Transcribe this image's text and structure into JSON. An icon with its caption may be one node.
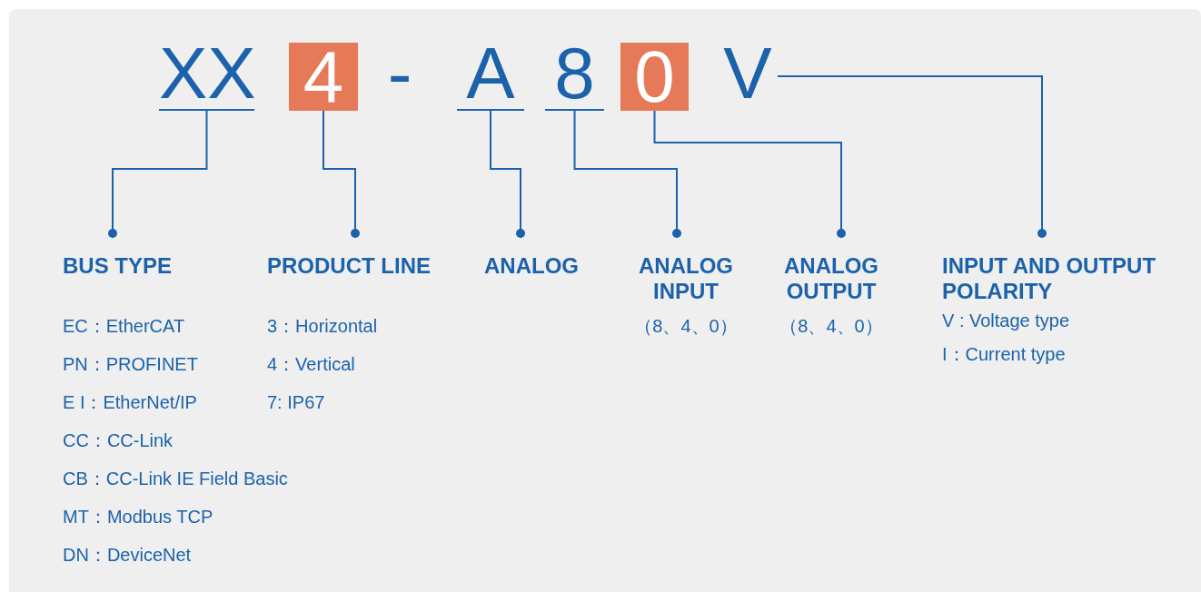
{
  "diagram": {
    "nodes": [
      {
        "text": [
          "XX"
        ]
      },
      {
        "text": [
          "4"
        ]
      },
      {
        "text": [
          "A"
        ]
      },
      {
        "text": [
          "8"
        ]
      },
      {
        "text": [
          "0"
        ]
      },
      {
        "text": [
          "V"
        ]
      },
      {
        "text": [
          "BUS TYPE",
          "EC：EtherCAT",
          "PN：PROFINET",
          "E I：EtherNet/IP",
          "CC：CC-Link",
          "CB：CC-Link IE Field Basic",
          "MT：Modbus TCP",
          "DN：DeviceNet"
        ]
      },
      {
        "text": [
          "PRODUCT LINE",
          "3：Horizontal",
          "4：Vertical",
          "7: IP67"
        ]
      },
      {
        "text": [
          "ANALOG"
        ]
      },
      {
        "text": [
          "ANALOG INPUT",
          "（8、4、0）"
        ]
      },
      {
        "text": [
          "ANALOG OUTPUT",
          "（8、4、0）"
        ]
      },
      {
        "text": [
          "INPUT AND OUTPUT POLARITY",
          "V : Voltage type",
          "I：Current type"
        ]
      }
    ],
    "edges": [
      {
        "from": 0,
        "to": 6,
        "arrow": "other"
      },
      {
        "from": 1,
        "to": 7,
        "arrow": "other"
      },
      {
        "from": 2,
        "to": 8,
        "arrow": "other"
      },
      {
        "from": 3,
        "to": 9,
        "arrow": "other"
      },
      {
        "from": 4,
        "to": 10,
        "arrow": "other"
      },
      {
        "from": 5,
        "to": 11,
        "arrow": "other"
      }
    ],
    "labels": [
      "-"
    ]
  }
}
